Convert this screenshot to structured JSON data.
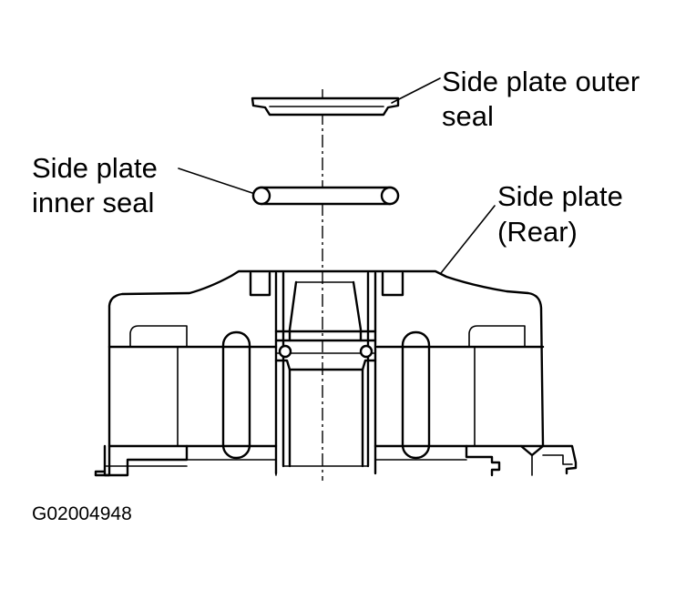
{
  "labels": {
    "outer_seal_line1": "Side plate outer",
    "outer_seal_line2": "seal",
    "inner_seal_line1": "Side plate",
    "inner_seal_line2": "inner seal",
    "side_plate_line1": "Side plate",
    "side_plate_line2": "(Rear)"
  },
  "figure_code": "G02004948"
}
